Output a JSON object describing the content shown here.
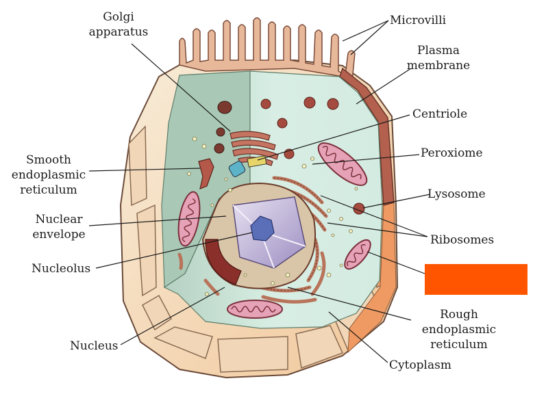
{
  "labels": {
    "golgi": [
      "Golgi",
      "apparatus"
    ],
    "microvilli": "Microvilli",
    "plasma_membrane": [
      "Plasma",
      "membrane"
    ],
    "centriole": "Centriole",
    "smooth_er": [
      "Smooth",
      "endoplasmic",
      "reticulum"
    ],
    "peroxisome": "Peroxiome",
    "lysosome": "Lysosome",
    "nuclear_envelope": [
      "Nuclear",
      "envelope"
    ],
    "ribosomes": "Ribosomes",
    "nucleolus": "Nucleolus",
    "rough_er": [
      "Rough",
      "endoplasmic",
      "reticulum"
    ],
    "nucleus": "Nucleus",
    "cytoplasm": "Cytoplasm"
  },
  "colors": {
    "redaction_box": "#ff5500",
    "cytoplasm_fill": "#d4ebe1",
    "cytoplasm_shadow": "#a9c7b7",
    "outer_wall": "#f2dcc0",
    "membrane": "#a0584a",
    "organelle_dark": "#8b3a2e",
    "nucleus_purple": "#b7a9d3",
    "nucleolus_blue": "#5b6fb8"
  }
}
